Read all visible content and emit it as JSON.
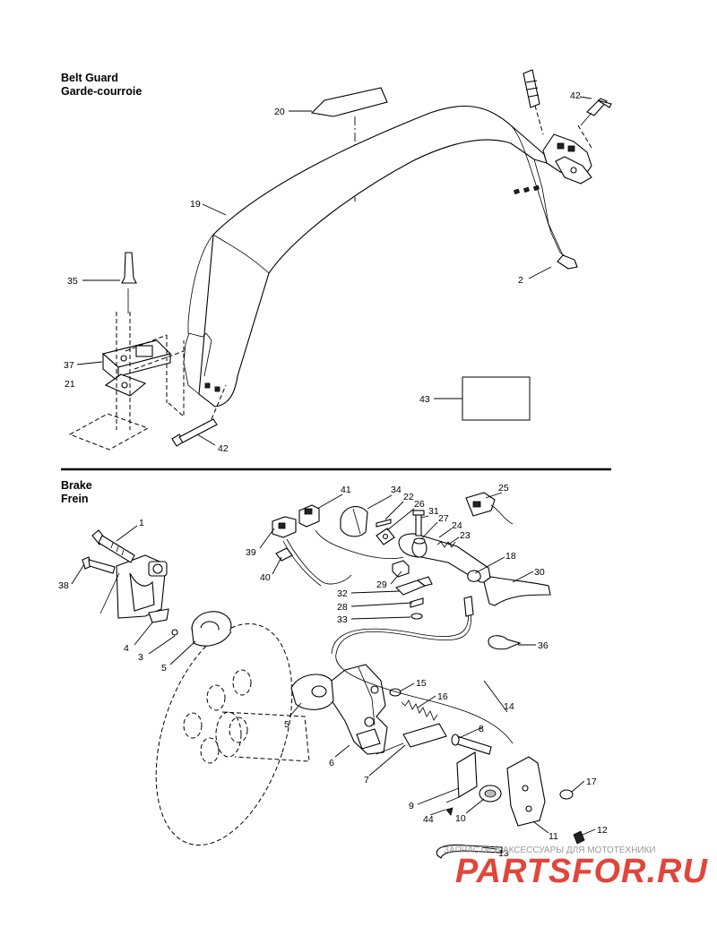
{
  "sections": {
    "belt_guard": {
      "title_en": "Belt Guard",
      "title_fr": "Garde-courroie"
    },
    "brake": {
      "title_en": "Brake",
      "title_fr": "Frein"
    }
  },
  "callouts": {
    "belt_guard": {
      "c20": "20",
      "c19": "19",
      "c42a": "42",
      "c2": "2",
      "c35": "35",
      "c37": "37",
      "c21": "21",
      "c43": "43",
      "c42b": "42"
    },
    "brake": {
      "c41": "41",
      "c34": "34",
      "c22": "22",
      "c25": "25",
      "c26": "26",
      "c31": "31",
      "c27": "27",
      "c24": "24",
      "c23": "23",
      "c1": "1",
      "c39": "39",
      "c18": "18",
      "c30": "30",
      "c40": "40",
      "c38": "38",
      "c29": "29",
      "c32": "32",
      "c28": "28",
      "c33": "33",
      "c36": "36",
      "c4": "4",
      "c3": "3",
      "c5a": "5",
      "c14": "14",
      "c15": "15",
      "c16": "16",
      "c5b": "5",
      "c8": "8",
      "c6": "6",
      "c7": "7",
      "c17": "17",
      "c9": "9",
      "c44": "44",
      "c10": "10",
      "c11": "11",
      "c12": "12",
      "c13": "13"
    }
  },
  "watermark": {
    "tagline": "ЗАПЧАСТИ И АКСЕССУАРЫ ДЛЯ МОТОТЕХНИКИ",
    "brand": "PARTSFOR.RU",
    "color": "#e2453a"
  }
}
